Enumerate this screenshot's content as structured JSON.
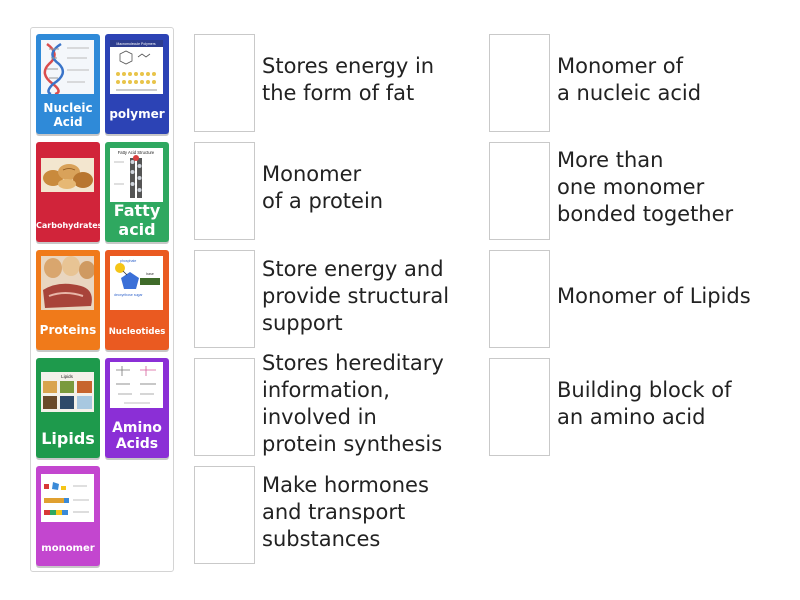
{
  "tiles": [
    {
      "label": "Nucleic\nAcid",
      "color": "#2f8ad8",
      "icon": "dna-helix-image"
    },
    {
      "label": "polymer",
      "color": "#2c43b5",
      "icon": "polymer-diagram-image"
    },
    {
      "label": "Carbohydrates",
      "color": "#d1243a",
      "icon": "bread-image"
    },
    {
      "label": "Fatty\nacid",
      "color": "#2fa860",
      "icon": "fatty-acid-structure-image"
    },
    {
      "label": "Proteins",
      "color": "#f07a1a",
      "icon": "eggs-meat-image"
    },
    {
      "label": "Nucleotides",
      "color": "#ea5a21",
      "icon": "nucleotide-diagram-image"
    },
    {
      "label": "Lipids",
      "color": "#1e9a4c",
      "icon": "lipids-image"
    },
    {
      "label": "Amino\nAcids",
      "color": "#8b2fd6",
      "icon": "amino-acid-structure-image"
    },
    {
      "label": "monomer",
      "color": "#c346cf",
      "icon": "monomer-blocks-image"
    }
  ],
  "left_clues": [
    "Stores energy in\nthe form of fat",
    "Monomer\nof a protein",
    "Store energy and\nprovide structural\nsupport",
    "Stores hereditary\ninformation,\ninvolved in\nprotein synthesis",
    "Make hormones\nand transport\nsubstances"
  ],
  "right_clues": [
    "Monomer of\na nucleic acid",
    "More than\none monomer\nbonded together",
    "Monomer of Lipids",
    "Building block of\nan amino acid"
  ],
  "tile_image_text": {
    "polymer_header": "Macromolecule Polymers",
    "fatty_acid_header": "Fatty Acid Structure",
    "lipids_header": "Lipids",
    "nucleotide_phosphate": "phosphate",
    "nucleotide_sugar": "deoxyribose sugar",
    "nucleotide_base": "base"
  }
}
